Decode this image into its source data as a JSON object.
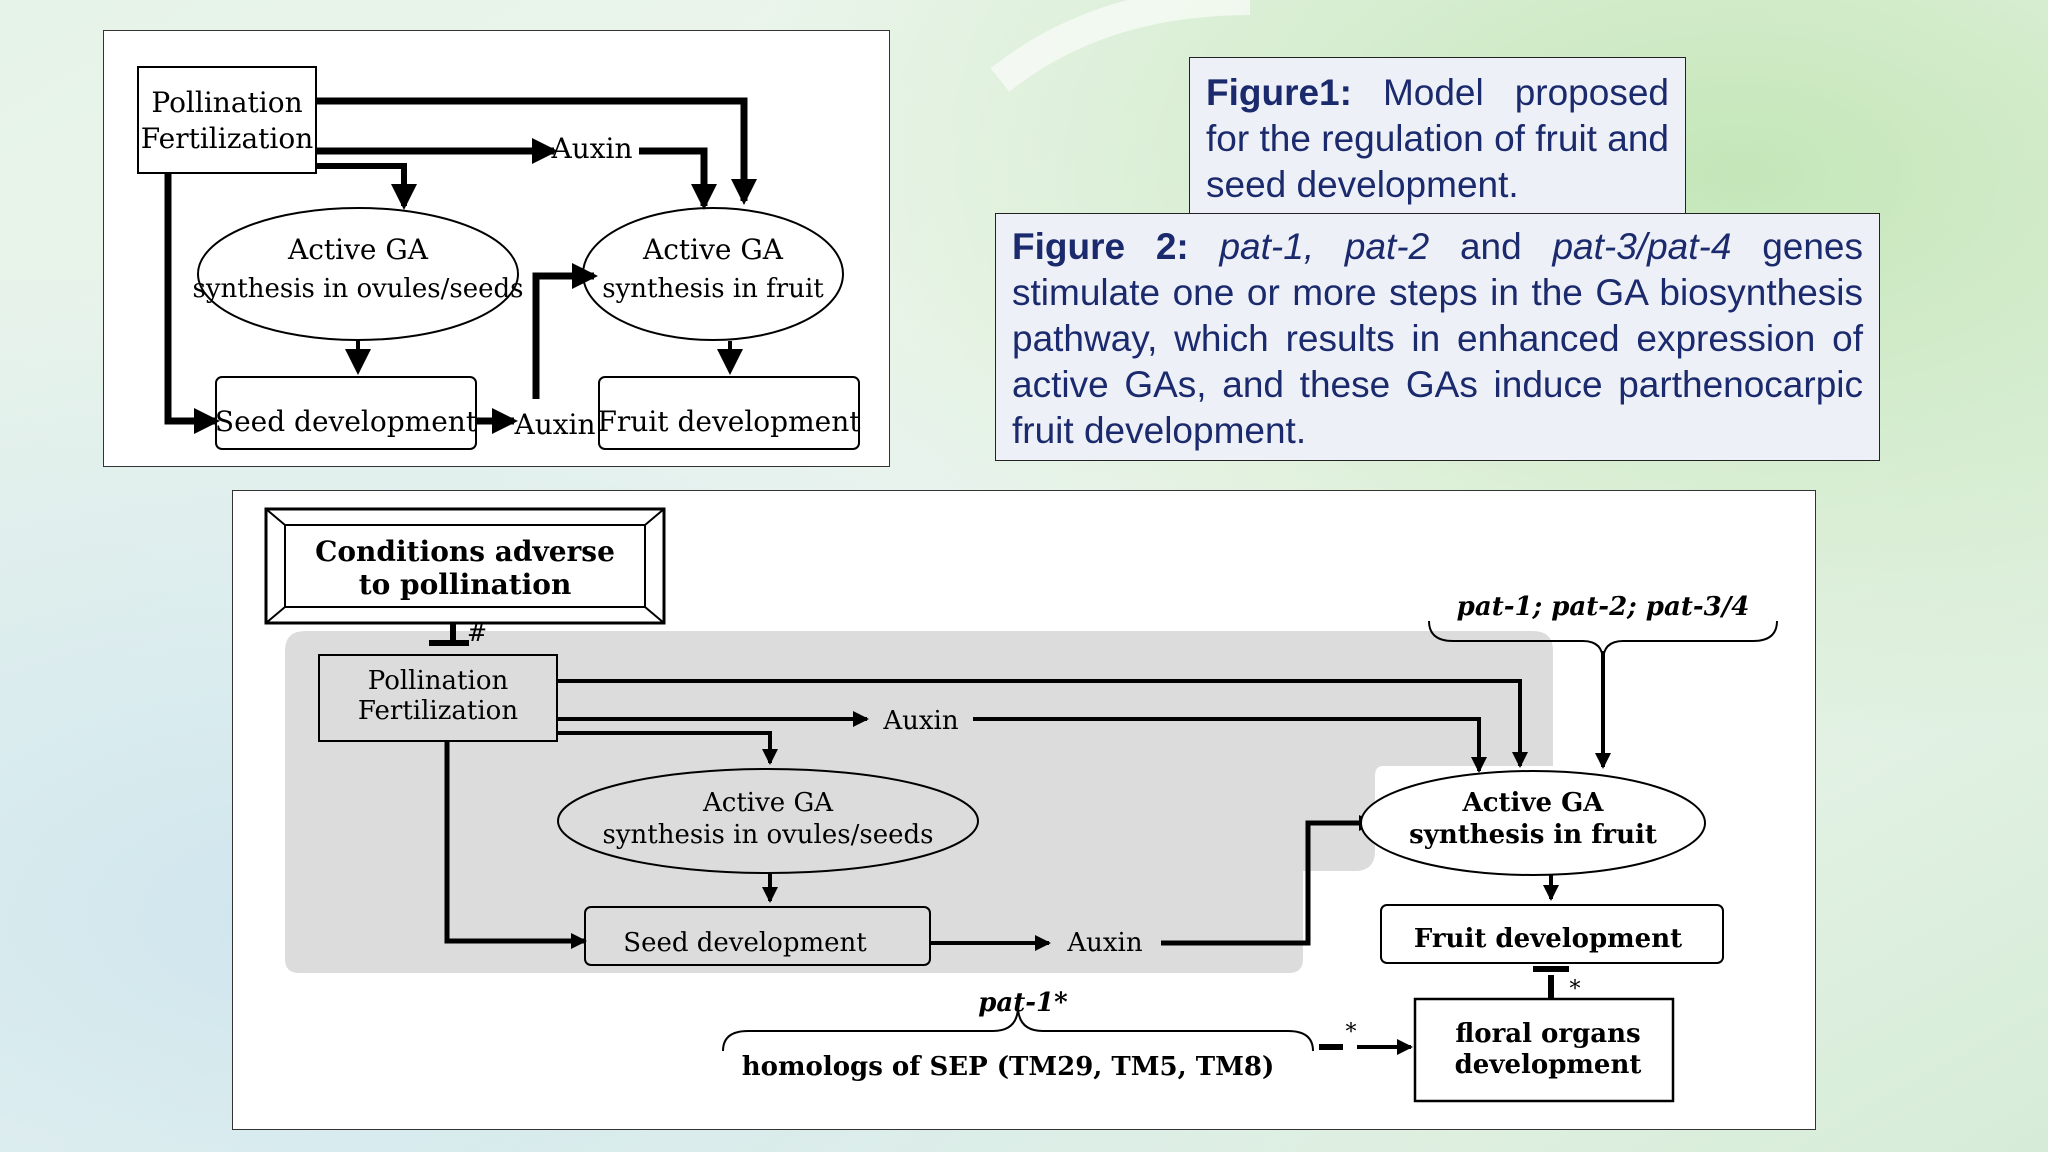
{
  "theme": {
    "accent": "#1a2a6c",
    "bg_light": "#e4f0e6"
  },
  "figure1_caption": {
    "label": "Figure1:",
    "text": " Model proposed for the regulation of fruit and seed development."
  },
  "figure2_caption": {
    "label": "Figure 2:",
    "gene1": "pat-1,",
    "gene2": "pat-2",
    "and": " and ",
    "gene3": "pat-3/pat-4",
    "text": " genes stimulate one or more steps in the GA biosynthesis pathway, which results in enhanced expression of active GAs, and these GAs induce parthenocarpic fruit development."
  },
  "diagram1": {
    "pollination": "Pollination",
    "fertilization": "Fertilization",
    "auxin_top": "Auxin",
    "active_ga_ovules_1": "Active GA",
    "active_ga_ovules_2": "synthesis in ovules/seeds",
    "active_ga_fruit_1": "Active GA",
    "active_ga_fruit_2": "synthesis in fruit",
    "seed_development": "Seed development",
    "auxin_bottom": "Auxin",
    "fruit_development": "Fruit development"
  },
  "diagram2": {
    "conditions_1": "Conditions adverse",
    "conditions_2": "to pollination",
    "hash": "#",
    "pollination": "Pollination",
    "fertilization": "Fertilization",
    "auxin_top": "Auxin",
    "genes_top": "pat-1; pat-2; pat-3/4",
    "active_ga_ovules_1": "Active GA",
    "active_ga_ovules_2": "synthesis in ovules/seeds",
    "active_ga_fruit_1": "Active GA",
    "active_ga_fruit_2": "synthesis in fruit",
    "seed_development": "Seed development",
    "auxin_bottom": "Auxin",
    "fruit_development": "Fruit development",
    "star_fruit": "*",
    "pat1_star": "pat-1*",
    "homologs": "homologs of SEP (TM29, TM5, TM8)",
    "star_mid": "*",
    "floral_1": "floral organs",
    "floral_2": "development"
  }
}
